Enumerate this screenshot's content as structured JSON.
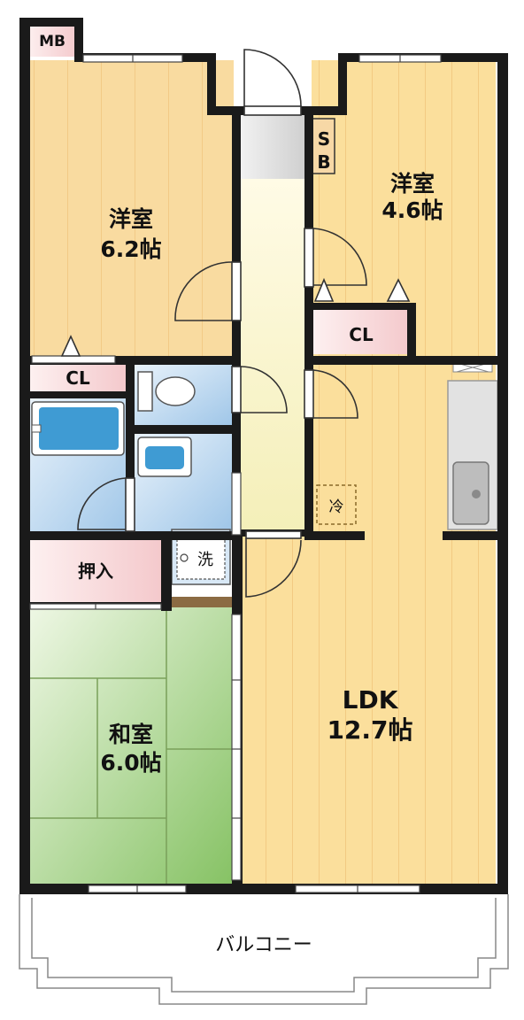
{
  "rooms": {
    "western_left": {
      "name": "洋室",
      "size": "6.2帖"
    },
    "western_right": {
      "name": "洋室",
      "size": "4.6帖"
    },
    "japanese": {
      "name": "和室",
      "size": "6.0帖"
    },
    "ldk": {
      "name": "LDK",
      "size": "12.7帖"
    }
  },
  "labels": {
    "mb": "MB",
    "sb_s": "S",
    "sb_b": "B",
    "closet_left": "CL",
    "closet_right": "CL",
    "oshiire": "押入",
    "fridge": "冷",
    "washer": "洗",
    "balcony": "バルコニー"
  },
  "colors": {
    "wall": "#1a1a1a",
    "wood_floor": "#f8d79a",
    "wood_line": "#f2c878",
    "tatami": "#cfe6b4",
    "tatami_dark": "#8cc46a",
    "bath": "#c5def2",
    "closet": "#f8d9d9",
    "hall": "#fdf6cf",
    "entrance": "#e4e4e4"
  }
}
